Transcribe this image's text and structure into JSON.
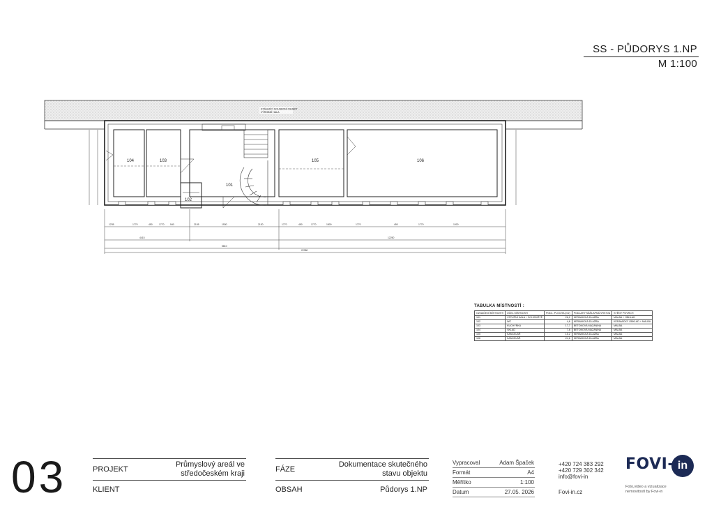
{
  "sheet": {
    "title": "SS - PŮDORYS 1.NP",
    "scale": "M 1:100"
  },
  "plan": {
    "note_line1": "STÁVAJÍCÍ SOUSEDNÍ OBJEKT",
    "note_line2": "VÝROBNÍ HALA",
    "rooms": [
      "104",
      "103",
      "102",
      "101",
      "105",
      "106"
    ],
    "dims_row1": [
      "1235",
      "1770",
      "450",
      "1770",
      "540",
      "2105",
      "1930",
      "2130",
      "1770",
      "450",
      "1770",
      "1800",
      "1770",
      "450",
      "1770",
      "1000"
    ],
    "dims_row2": [
      "4415",
      "5810",
      "12250"
    ],
    "dim_total": "22380"
  },
  "room_table": {
    "title": "TABULKA MÍSTNOSTÍ :",
    "headers": [
      "OZNAČENÍ MÍSTNOSTI",
      "ÚČEL MÍSTNOSTI",
      "PODL. PLOCHA (m2)",
      "PODLAHY NÁŠLAPNÁ VRSTVA",
      "STĚNY POVRCH"
    ],
    "rows": [
      [
        "101",
        "VSTUPNÍ HALA + SCHODIŠTĚ",
        "26,2",
        "KERAMICKÁ DLAŽBA",
        "MALBA + OBKLAD"
      ],
      [
        "102",
        "WC",
        "4,6",
        "KERAMICKÁ DLAŽBA",
        "KERAMICKÝ OBKLAD + MALBA"
      ],
      [
        "103",
        "KUCHYŇKA",
        "17,7",
        "BETONOVÁ MAZANINA",
        "MALBA"
      ],
      [
        "104",
        "SKLAD",
        "7,8",
        "BETONOVÁ MAZANINA",
        "MALBA"
      ],
      [
        "105",
        "KANCELÁŘ",
        "15,2",
        "KERAMICKÁ DLAŽBA",
        "MALBA"
      ],
      [
        "106",
        "KANCELÁŘ",
        "24,6",
        "KERAMICKÁ DLAŽBA",
        "MALBA"
      ]
    ]
  },
  "titleblock": {
    "sheet_number": "03",
    "projekt_label": "PROJEKT",
    "projekt_value_1": "Průmyslový areál ve",
    "projekt_value_2": "středočeském kraji",
    "klient_label": "KLIENT",
    "faze_label": "FÁZE",
    "faze_value_1": "Dokumentace skutečného",
    "faze_value_2": "stavu objektu",
    "obsah_label": "OBSAH",
    "obsah_value": "Půdorys 1.NP",
    "meta": [
      {
        "label": "Vypracoval",
        "value": "Adam Špaček"
      },
      {
        "label": "Formát",
        "value": "A4"
      },
      {
        "label": "Měřítko",
        "value": "1:100"
      },
      {
        "label": "Datum",
        "value": "27.05. 2026"
      }
    ],
    "phone1": "+420 724 383 292",
    "phone2": "+420 729 302 342",
    "email": "info@fovi-in",
    "web": "Fovi-in.cz",
    "logo_text": "FOVI-",
    "logo_badge": "in",
    "logo_sub1": "Foto,video a vizualizace",
    "logo_sub2": "nemovitostí by Fovi-in"
  }
}
